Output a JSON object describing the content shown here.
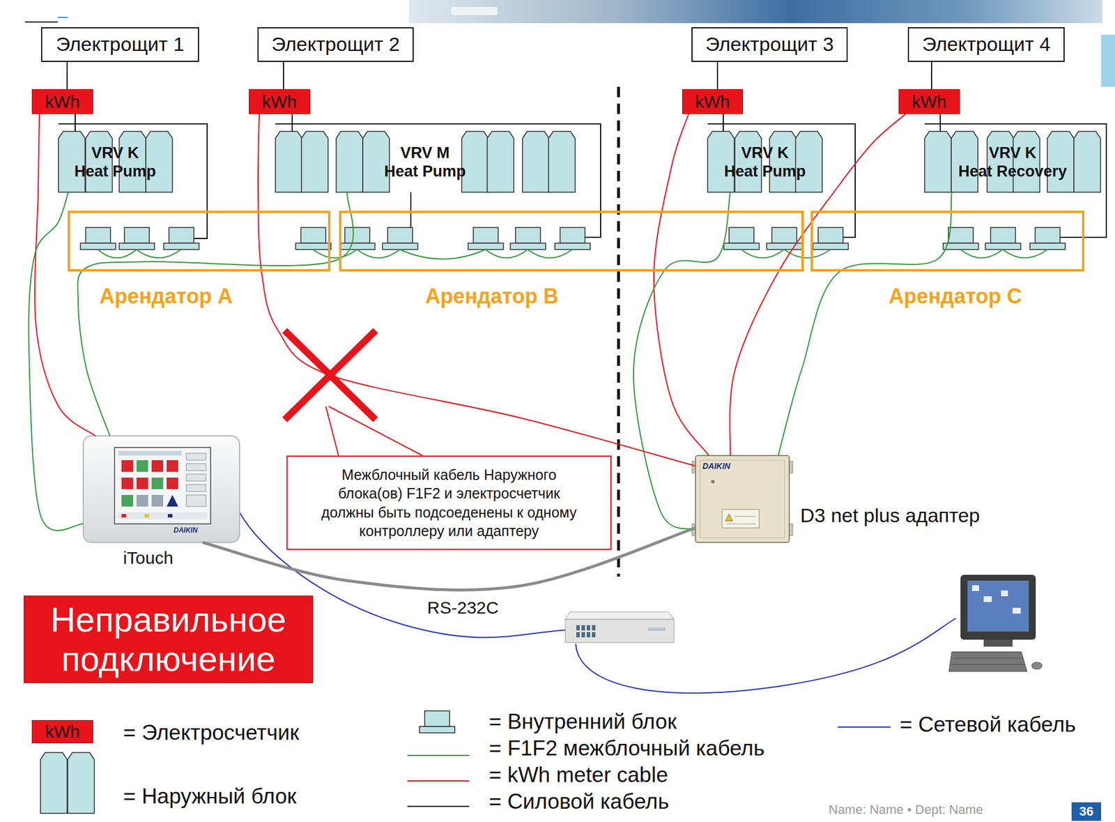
{
  "diagram": {
    "nodes": [
      {
        "text": [
          "Электрощит 1"
        ]
      },
      {
        "text": [
          "Электрощит 2"
        ]
      },
      {
        "text": [
          "Электрощит 3"
        ]
      },
      {
        "text": [
          "Электрощит 4"
        ]
      },
      {
        "text": [
          "kWh"
        ]
      },
      {
        "text": [
          "kWh"
        ]
      },
      {
        "text": [
          "kWh"
        ]
      },
      {
        "text": [
          "kWh"
        ]
      },
      {
        "text": [
          "VRV K Heat Pump"
        ]
      },
      {
        "text": [
          "VRV M Heat Pump"
        ]
      },
      {
        "text": [
          "VRV K Heat Pump"
        ]
      },
      {
        "text": [
          "VRV K Heat Recovery"
        ]
      },
      {
        "text": [
          "Арендатор A"
        ]
      },
      {
        "text": [
          "Арендатор B"
        ]
      },
      {
        "text": [
          "Арендатор C"
        ]
      },
      {
        "text": [
          "iTouch"
        ]
      },
      {
        "text": [
          "Межблочный кабель Наружного блока(ов) F1F2 и электросчетчик должны быть подсоеденены к одному контроллеру или адаптеру"
        ]
      },
      {
        "text": [
          "D3 net plus адаптер"
        ]
      },
      {
        "text": [
          "Неправильное подключение"
        ]
      }
    ],
    "edges": [
      {
        "from": 0,
        "to": 4,
        "arrow": "none"
      },
      {
        "from": 1,
        "to": 5,
        "arrow": "none"
      },
      {
        "from": 2,
        "to": 6,
        "arrow": "none"
      },
      {
        "from": 3,
        "to": 7,
        "arrow": "none"
      },
      {
        "from": 4,
        "to": 8,
        "arrow": "none"
      },
      {
        "from": 5,
        "to": 9,
        "arrow": "none"
      },
      {
        "from": 6,
        "to": 10,
        "arrow": "none"
      },
      {
        "from": 7,
        "to": 11,
        "arrow": "none"
      },
      {
        "from": 4,
        "to": 15,
        "arrow": "none"
      },
      {
        "from": 5,
        "to": 17,
        "arrow": "none"
      },
      {
        "from": 6,
        "to": 17,
        "arrow": "none"
      },
      {
        "from": 7,
        "to": 17,
        "arrow": "none"
      },
      {
        "from": 15,
        "to": 8,
        "arrow": "none"
      },
      {
        "from": 15,
        "to": 9,
        "arrow": "none"
      },
      {
        "from": 17,
        "to": 10,
        "arrow": "none"
      },
      {
        "from": 17,
        "to": 11,
        "arrow": "none"
      },
      {
        "from": 15,
        "to": 17,
        "label": "RS-232C",
        "arrow": "none"
      }
    ],
    "labels": [
      "kWh",
      "DAIKIN",
      "DAIKIN",
      "Name: Name • Dept: Name",
      "36"
    ],
    "legend": [
      {
        "text": "= Электросчетчик"
      },
      {
        "text": "= Наружный блок"
      },
      {
        "text": "= Внутренний блок"
      },
      {
        "text": "= F1F2 межблочный кабель"
      },
      {
        "text": "= kWh meter cable"
      },
      {
        "text": "= Силовой кабель"
      },
      {
        "text": "= Сетевой кабель"
      }
    ]
  }
}
